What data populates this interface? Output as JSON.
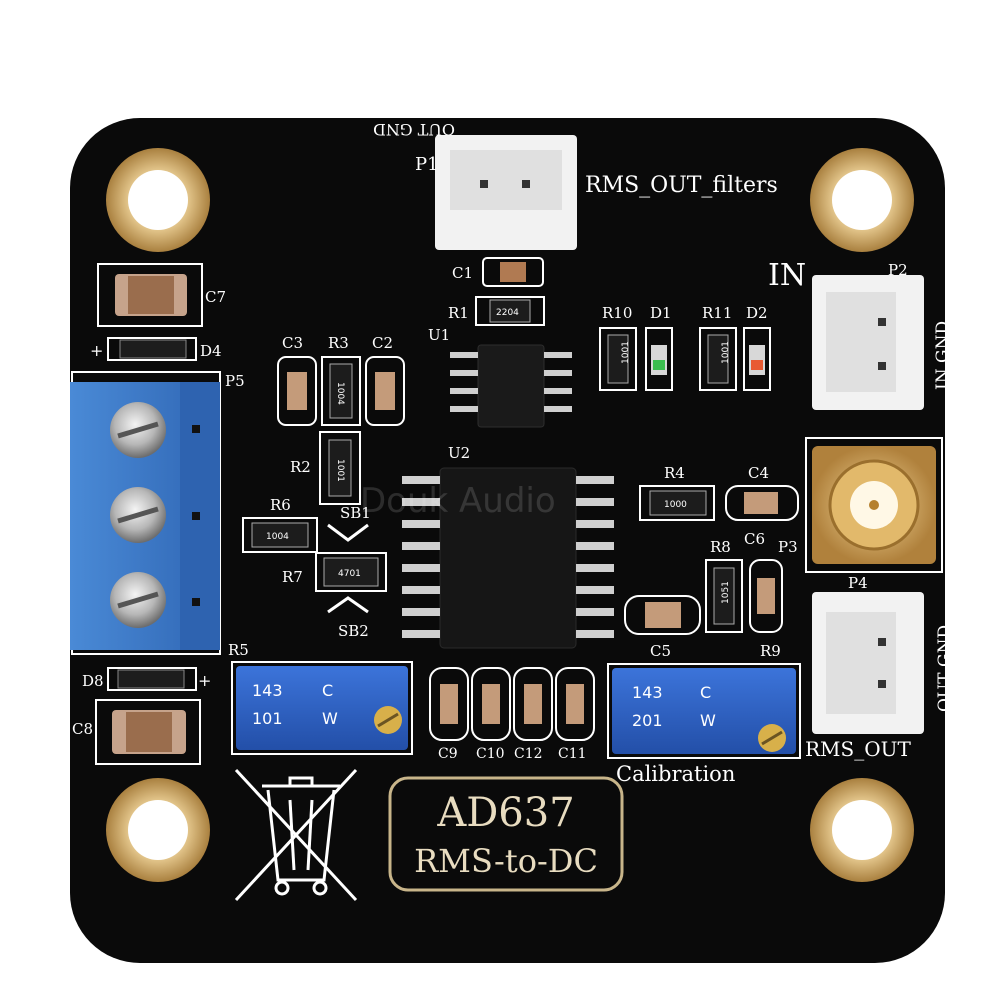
{
  "board": {
    "chip_label": "AD637",
    "function_label": "RMS-to-DC",
    "calibration_label": "Calibration",
    "watermark": "Douk Audio",
    "colors": {
      "pcb": "#0a0a0a",
      "pad_gold": "#c9a66b",
      "terminal_blue": "#3a78c6",
      "trimmer_blue": "#2e63c9",
      "connector_white": "#f2f2f2",
      "sma_gold": "#d2a75a",
      "label_box": "#c8b58a"
    }
  },
  "connectors": {
    "p1": {
      "ref": "P1",
      "pins": "OUT GND",
      "name": "RMS_OUT_filters"
    },
    "p2": {
      "ref": "P2",
      "pins": "IN  GND",
      "name": "IN"
    },
    "p3": {
      "ref": "P3"
    },
    "p4": {
      "ref": "P4",
      "pins": "OUT GND",
      "name": "RMS_OUT"
    },
    "p5": {
      "ref": "P5"
    }
  },
  "chips": {
    "u1": {
      "ref": "U1"
    },
    "u2": {
      "ref": "U2"
    }
  },
  "refs": {
    "c1": "C1",
    "c2": "C2",
    "c3": "C3",
    "c4": "C4",
    "c5": "C5",
    "c6": "C6",
    "c7": "C7",
    "c8": "C8",
    "c9": "C9",
    "c10": "C10",
    "c11": "C11",
    "c12": "C12",
    "r1": "R1",
    "r2": "R2",
    "r3": "R3",
    "r4": "R4",
    "r5": "R5",
    "r6": "R6",
    "r7": "R7",
    "r8": "R8",
    "r9": "R9",
    "r10": "R10",
    "r11": "R11",
    "d1": "D1",
    "d2": "D2",
    "d4": "D4",
    "d8": "D8",
    "sb1": "SB1",
    "sb2": "SB2",
    "plus": "+"
  },
  "markings": {
    "r1": "2204",
    "r3": "1004",
    "r2": "1001",
    "r6": "1004",
    "r7": "4701",
    "r4": "1000",
    "r8": "1051",
    "r10": "1001",
    "r11": "1001",
    "trim_line1": "143",
    "trim_line2": "101",
    "trim_line3": "201",
    "trim_w": "W",
    "trim_c": "C"
  }
}
